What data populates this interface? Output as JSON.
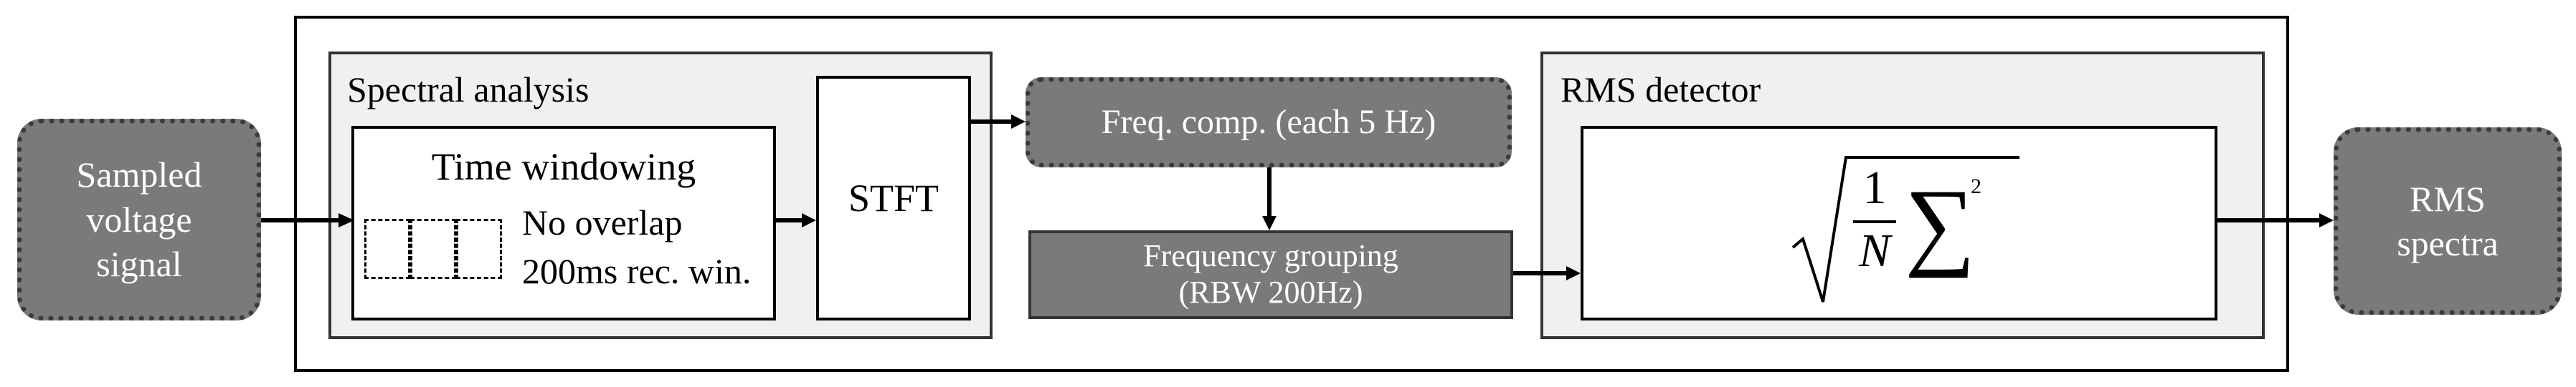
{
  "input": {
    "line1": "Sampled",
    "line2": "voltage",
    "line3": "signal"
  },
  "spectral_analysis": {
    "title": "Spectral analysis",
    "time_windowing": {
      "title": "Time windowing",
      "note1": "No overlap",
      "note2": "200ms rec. win."
    },
    "stft": "STFT"
  },
  "freq_components": "Freq. comp. (each 5 Hz)",
  "frequency_grouping": {
    "line1": "Frequency grouping",
    "line2": "(RBW 200Hz)"
  },
  "rms_detector": {
    "title": "RMS detector",
    "formula": {
      "numerator": "1",
      "denominator": "N",
      "sum": "∑",
      "exponent": "2"
    }
  },
  "output": {
    "line1": "RMS",
    "line2": "spectra"
  },
  "colors": {
    "box_gray": "#7a7a7a",
    "panel_gray": "#f0f0f0"
  }
}
